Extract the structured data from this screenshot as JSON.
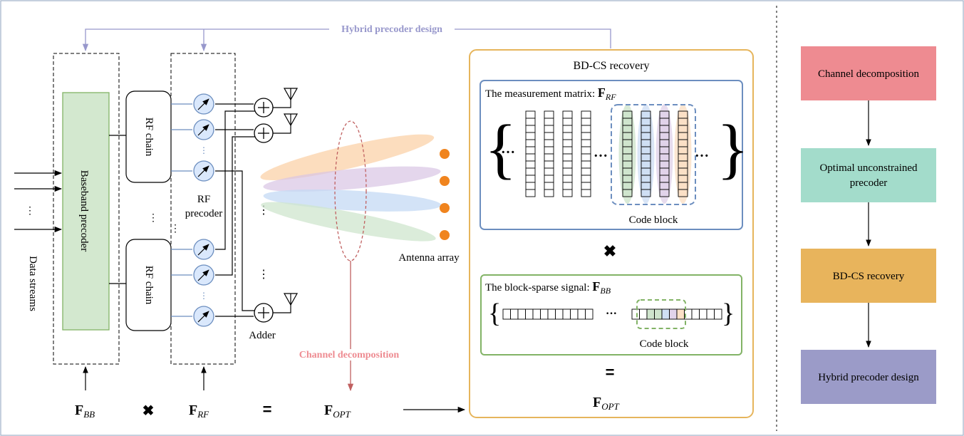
{
  "feedback": {
    "hybrid_label": "Hybrid precoder design",
    "channel_label": "Channel decomposition"
  },
  "left": {
    "baseband_label": "Baseband precoder",
    "data_streams_label": "Data streams",
    "rf_chain_top_label": "RF chain",
    "rf_chain_bottom_label": "RF chain",
    "rf_precoder_line1": "RF",
    "rf_precoder_line2": "precoder",
    "adder_label": "Adder",
    "antenna_array_label": "Antenna array"
  },
  "equation": {
    "fbb": "F",
    "fbb_sub": "BB",
    "times": "✖",
    "frf": "F",
    "frf_sub": "RF",
    "equals": "=",
    "fopt": "F",
    "fopt_sub": "OPT"
  },
  "bdcs": {
    "title": "BD-CS recovery",
    "measurement_prefix": "The measurement matrix: ",
    "measurement_sym": "F",
    "measurement_sub": "RF",
    "code_block_top": "Code block",
    "times": "✖",
    "signal_prefix": "The block-sparse signal: ",
    "signal_sym": "F",
    "signal_sub": "BB",
    "code_block_bottom": "Code block",
    "equals": "=",
    "result_sym": "F",
    "result_sub": "OPT"
  },
  "flow": {
    "steps": [
      "Channel decomposition",
      "Optimal unconstrained precoder",
      "BD-CS recovery",
      "Hybrid precoder design"
    ],
    "colors": [
      "#ee8b91",
      "#a3dccb",
      "#e8b45c",
      "#9b9bc8"
    ]
  },
  "colors": {
    "hybrid_feedback": "#9898cc",
    "channel_feedback": "#c06060",
    "baseband_fill": "#d3e8cf",
    "baseband_border": "#82b366",
    "phase_fill": "#dae8fc",
    "phase_border": "#6c8ebf",
    "bdcs_border": "#e6b55c",
    "measurement_border": "#6c8ebf",
    "signal_border": "#82b366"
  }
}
